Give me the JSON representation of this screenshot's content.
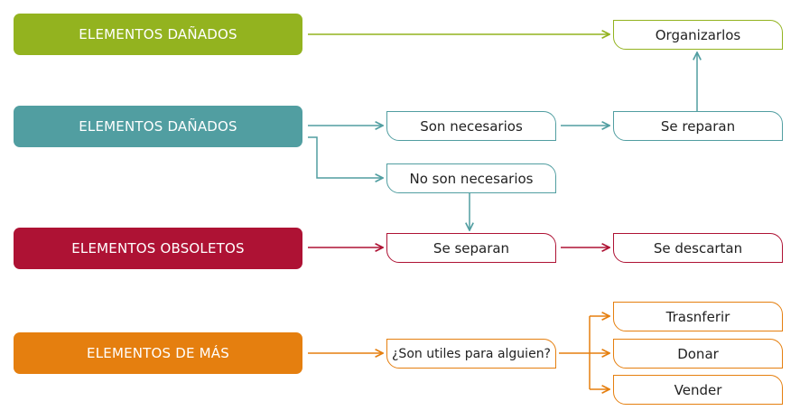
{
  "colors": {
    "green": "#93b31f",
    "teal": "#519ea1",
    "crimson": "#ae1234",
    "orange": "#e57f0f"
  },
  "rows": {
    "row1": {
      "label": "ELEMENTOS DAÑADOS"
    },
    "row2": {
      "label": "ELEMENTOS DAÑADOS"
    },
    "row3": {
      "label": "ELEMENTOS OBSOLETOS"
    },
    "row4": {
      "label": "ELEMENTOS DE MÁS"
    }
  },
  "nodes": {
    "organizarlos": "Organizarlos",
    "son_necesarios": "Son necesarios",
    "se_reparan": "Se reparan",
    "no_son_necesarios": "No son necesarios",
    "se_separan": "Se separan",
    "se_descartan": "Se descartan",
    "son_utiles": "¿Son utiles para alguien?",
    "trasnferir": "Trasnferir",
    "donar": "Donar",
    "vender": "Vender"
  }
}
